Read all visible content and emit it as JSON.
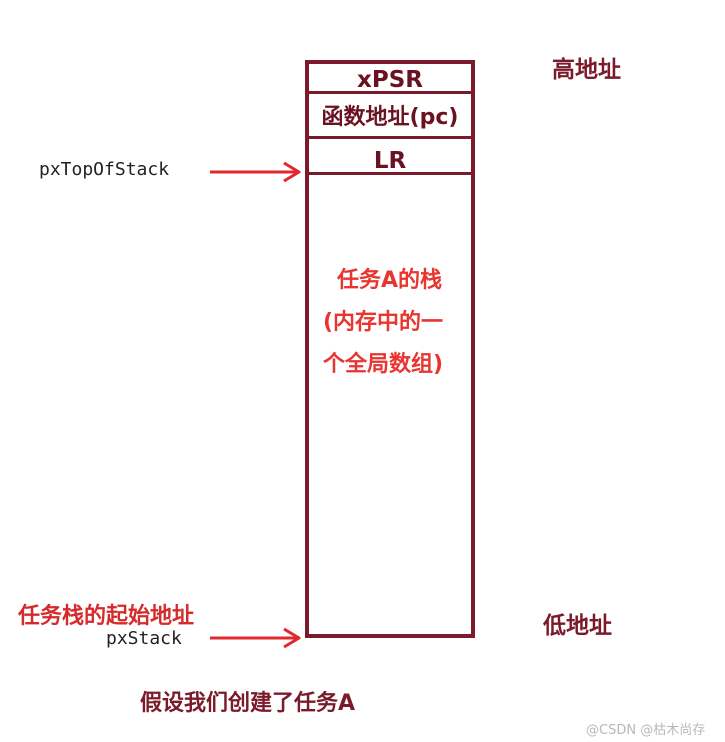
{
  "stack": {
    "cells": [
      "xPSR",
      "函数地址(pc)",
      "LR"
    ],
    "note_lines": [
      "任务A的栈",
      "(内存中的一",
      "个全局数组)"
    ]
  },
  "labels": {
    "high_address": "高地址",
    "low_address": "低地址",
    "top_of_stack": "pxTopOfStack",
    "stack_start_desc": "任务栈的起始地址",
    "px_stack": "pxStack",
    "caption": "假设我们创建了任务A",
    "watermark": "@CSDN @枯木尚存"
  },
  "colors": {
    "frame": "#7a1a2a",
    "arrow": "#e0282e",
    "note": "#e8352f"
  }
}
